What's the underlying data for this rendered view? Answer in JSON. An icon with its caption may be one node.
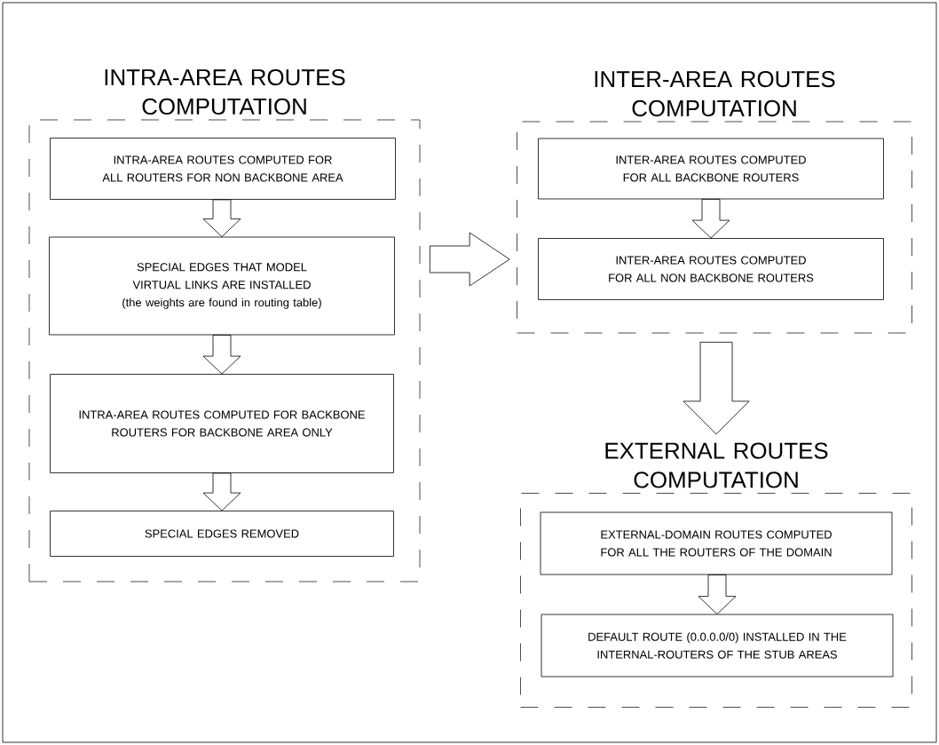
{
  "diagram": {
    "nodes": [
      {
        "text": [
          "INTRA-AREA ROUTES COMPUTATION"
        ]
      },
      {
        "text": [
          "INTRA-AREA ROUTES COMPUTED FOR ALL ROUTERS FOR NON BACKBONE AREA"
        ],
        "in": 0
      },
      {
        "text": [
          "SPECIAL EDGES THAT MODEL VIRTUAL LINKS ARE INSTALLED",
          "(the weights are found in routing table)"
        ],
        "in": 0
      },
      {
        "text": [
          "INTRA-AREA ROUTES COMPUTED FOR BACKBONE ROUTERS FOR BACKBONE AREA ONLY"
        ],
        "in": 0
      },
      {
        "text": [
          "SPECIAL EDGES REMOVED"
        ],
        "in": 0
      },
      {
        "text": [
          "INTER-AREA ROUTES COMPUTATION"
        ]
      },
      {
        "text": [
          "INTER-AREA ROUTES COMPUTED FOR ALL BACKBONE ROUTERS"
        ],
        "in": 5
      },
      {
        "text": [
          "INTER-AREA ROUTES COMPUTED FOR ALL NON BACKBONE ROUTERS"
        ],
        "in": 5
      },
      {
        "text": [
          "EXTERNAL ROUTES COMPUTATION"
        ]
      },
      {
        "text": [
          "EXTERNAL-DOMAIN ROUTES COMPUTED FOR ALL THE ROUTERS OF THE DOMAIN"
        ],
        "in": 8
      },
      {
        "text": [
          "DEFAULT ROUTE (0.0.0.0/0) INSTALLED IN THE INTERNAL-ROUTERS OF THE STUB AREAS"
        ],
        "in": 8
      }
    ],
    "edges": [
      {
        "from": 1,
        "to": 2,
        "arrow": "to"
      },
      {
        "from": 2,
        "to": 3,
        "arrow": "to"
      },
      {
        "from": 3,
        "to": 4,
        "arrow": "to"
      },
      {
        "from": 0,
        "to": 5,
        "arrow": "to"
      },
      {
        "from": 6,
        "to": 7,
        "arrow": "to"
      },
      {
        "from": 5,
        "to": 8,
        "arrow": "to"
      },
      {
        "from": 9,
        "to": 10,
        "arrow": "to"
      }
    ]
  }
}
